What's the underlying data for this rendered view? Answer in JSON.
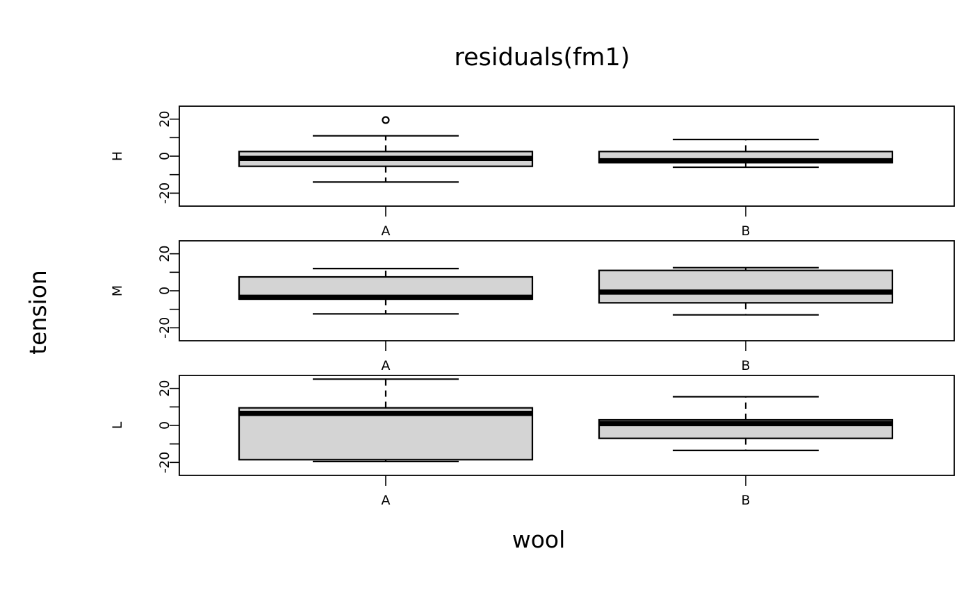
{
  "plot": {
    "title": "residuals(fm1)",
    "xlabel": "wool",
    "ylabel": "tension"
  },
  "chart_data": {
    "type": "box",
    "title": "residuals(fm1)",
    "xlabel": "wool",
    "ylabel": "tension",
    "orientation": "horizontal",
    "grid": false,
    "legend": null,
    "value_axis_label": "residuals(fm1)",
    "value_ticks": [
      -20,
      -10,
      0,
      10,
      20
    ],
    "value_tick_labels": [
      "-20",
      "",
      "0",
      "",
      "20"
    ],
    "value_axis_range": [
      -27,
      27
    ],
    "categories": [
      "A",
      "B"
    ],
    "category_axis_label": "wool",
    "panels": [
      {
        "strip_label": "H",
        "row": 0,
        "boxes": [
          {
            "category": "A",
            "lower_whisker": -14.0,
            "q1": -5.5,
            "median": -1.2,
            "q3": 2.5,
            "upper_whisker": 11.0,
            "outliers": [
              19.5
            ]
          },
          {
            "category": "B",
            "lower_whisker": -6.0,
            "q1": -3.5,
            "median": -2.5,
            "q3": 2.5,
            "upper_whisker": 9.0,
            "outliers": []
          }
        ]
      },
      {
        "strip_label": "M",
        "row": 1,
        "boxes": [
          {
            "category": "A",
            "lower_whisker": -12.5,
            "q1": -4.5,
            "median": -3.5,
            "q3": 7.5,
            "upper_whisker": 12.0,
            "outliers": []
          },
          {
            "category": "B",
            "lower_whisker": -13.0,
            "q1": -6.5,
            "median": -0.7,
            "q3": 11.0,
            "upper_whisker": 12.5,
            "outliers": []
          }
        ]
      },
      {
        "strip_label": "L",
        "row": 2,
        "boxes": [
          {
            "category": "A",
            "lower_whisker": -19.5,
            "q1": -18.5,
            "median": 6.5,
            "q3": 9.5,
            "upper_whisker": 25.0,
            "outliers": []
          },
          {
            "category": "B",
            "lower_whisker": -13.5,
            "q1": -7.0,
            "median": 1.0,
            "q3": 3.0,
            "upper_whisker": 15.5,
            "outliers": []
          }
        ]
      }
    ]
  },
  "colors": {
    "box_fill": "#d4d4d4",
    "line": "#000000",
    "background": "#ffffff"
  }
}
